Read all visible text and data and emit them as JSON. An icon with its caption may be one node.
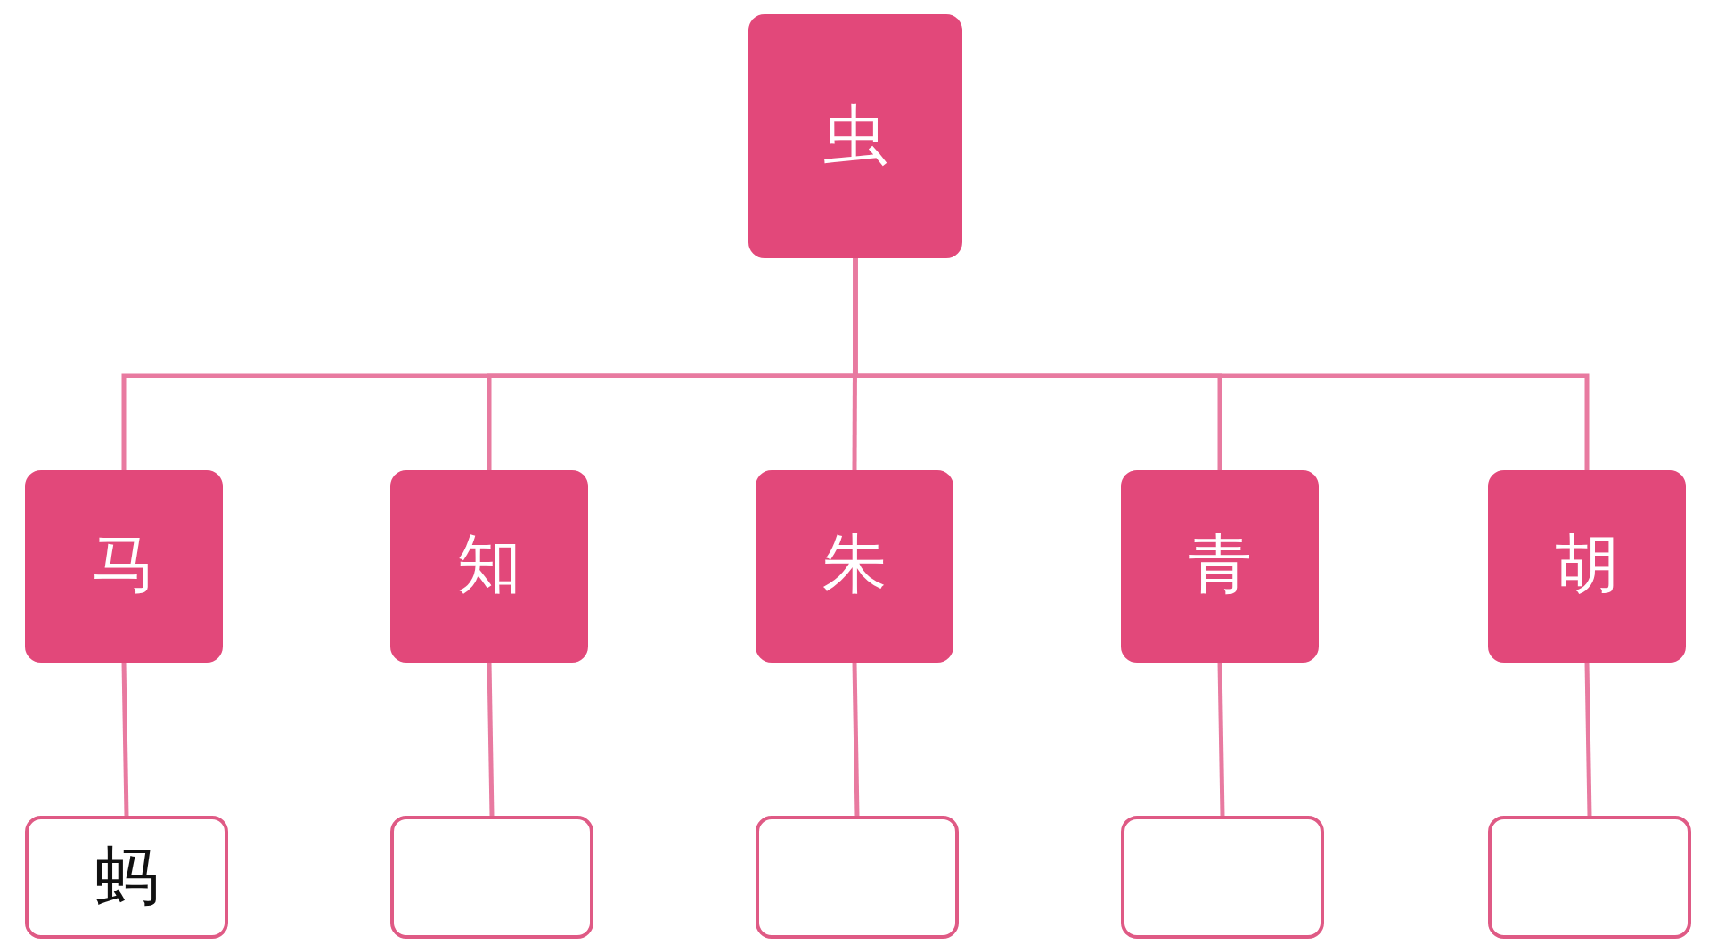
{
  "diagram": {
    "nodes": [
      {
        "text": [
          "虫"
        ]
      },
      {
        "text": [
          "马"
        ]
      },
      {
        "text": [
          "知"
        ]
      },
      {
        "text": [
          "朱"
        ]
      },
      {
        "text": [
          "青"
        ]
      },
      {
        "text": [
          "胡"
        ]
      },
      {
        "text": [
          "蚂"
        ]
      },
      {
        "text": [],
        "shape": "box"
      },
      {
        "text": [],
        "shape": "box"
      },
      {
        "text": [],
        "shape": "box"
      },
      {
        "text": [],
        "shape": "box"
      }
    ],
    "edges": [
      {
        "from": 0,
        "to": 1,
        "arrow": "none"
      },
      {
        "from": 0,
        "to": 2,
        "arrow": "none"
      },
      {
        "from": 0,
        "to": 3,
        "arrow": "none"
      },
      {
        "from": 0,
        "to": 4,
        "arrow": "none"
      },
      {
        "from": 0,
        "to": 5,
        "arrow": "none"
      },
      {
        "from": 1,
        "to": 6,
        "arrow": "none"
      },
      {
        "from": 2,
        "to": 7,
        "arrow": "none"
      },
      {
        "from": 3,
        "to": 8,
        "arrow": "none"
      },
      {
        "from": 4,
        "to": 9,
        "arrow": "none"
      },
      {
        "from": 5,
        "to": 10,
        "arrow": "none"
      }
    ]
  }
}
